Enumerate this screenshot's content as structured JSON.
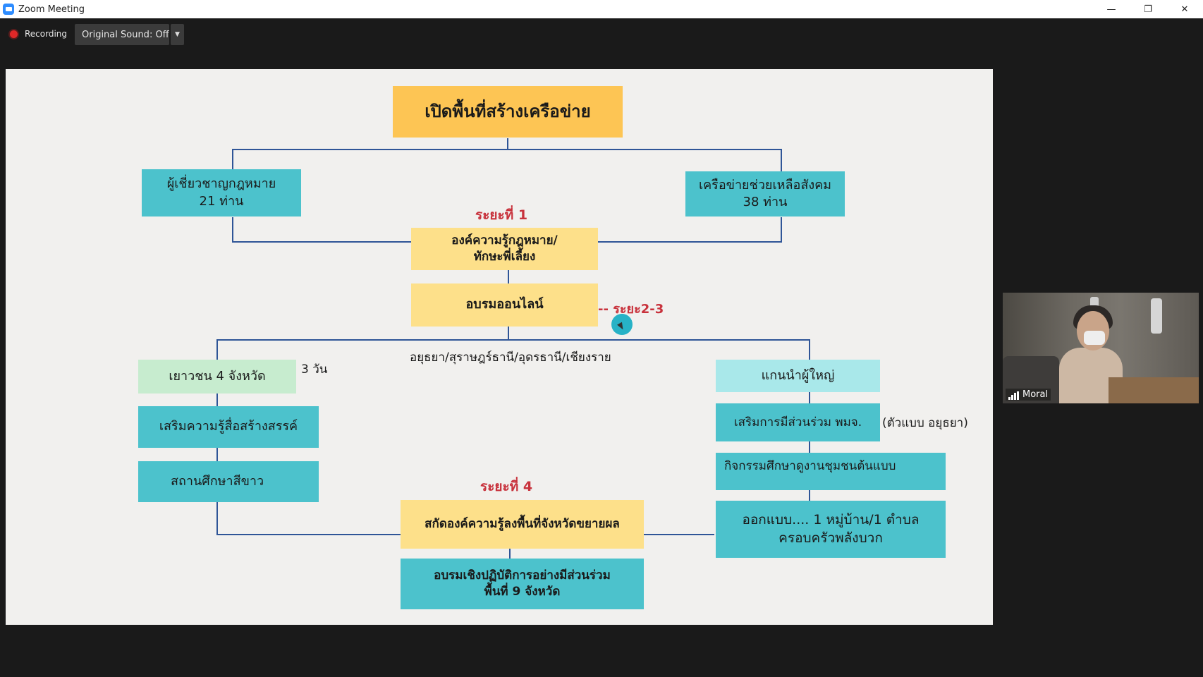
{
  "window": {
    "title": "Zoom Meeting",
    "minimize": "—",
    "restore": "❐",
    "close": "✕"
  },
  "toolbar": {
    "recording_label": "Recording",
    "original_sound_label": "Original Sound: Off",
    "dropdown_glyph": "▼"
  },
  "slide": {
    "title": "เปิดพื้นที่สร้างเครือข่าย",
    "left_top_line1": "ผู้เชี่ยวชาญกฎหมาย",
    "left_top_line2": "21 ท่าน",
    "right_top_line1": "เครือข่ายช่วยเหลือสังคม",
    "right_top_line2": "38 ท่าน",
    "phase1": "ระยะที่ 1",
    "knowledge_line1": "องค์ความรู้กฎหมาย/",
    "knowledge_line2": "ทักษะพี่เลี้ยง",
    "online_training": "อบรมออนไลน์",
    "phase23": "-- ระยะ2-3",
    "provinces": "อยุธยา/สุราษฎร์ธานี/อุดรธานี/เชียงราย",
    "youth": "เยาวชน 4 จังหวัด",
    "three_days": "3 วัน",
    "media_literacy": "เสริมความรู้สื่อสร้างสรรค์",
    "white_school": "สถานศึกษาสีขาว",
    "elder_leaders": "แกนนำผู้ใหญ่",
    "participation": "เสริมการมีส่วนร่วม พมจ.",
    "model_note": "(ตัวแบบ อยุธยา)",
    "study_visit": "กิจกรรมศึกษาดูงานชุมชนต้นแบบ",
    "design_line1": "ออกแบบ.... 1 หมู่บ้าน/1 ตำบล",
    "design_line2": "ครอบครัวพลังบวก",
    "phase4": "ระยะที่ 4",
    "extract": "สกัดองค์ความรู้ลงพื้นที่จังหวัดขยายผล",
    "workshop_line1": "อบรมเชิงปฏิบัติการอย่างมีส่วนร่วม",
    "workshop_line2": "พื้นที่ 9 จังหวัด"
  },
  "video": {
    "participant_name": "Moral"
  },
  "colors": {
    "teal": "#4cc2cc",
    "yellow": "#fde08a",
    "orange": "#fdc554",
    "line": "#2f5597",
    "phase_red": "#c8323c"
  }
}
